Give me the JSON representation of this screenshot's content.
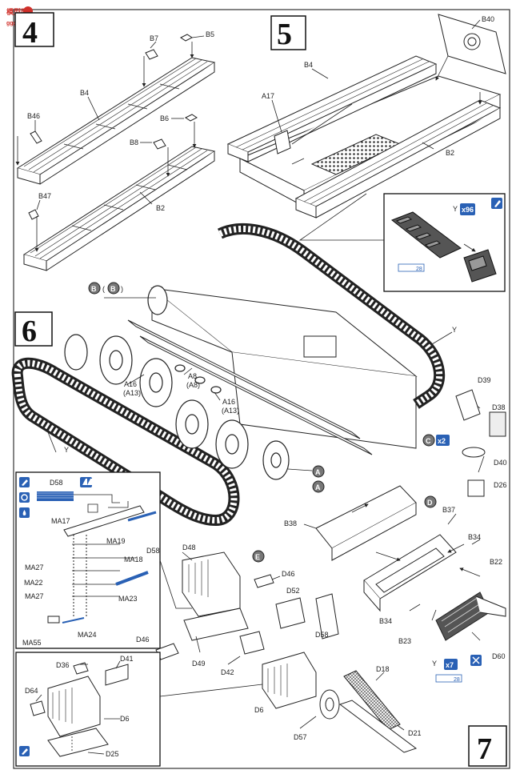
{
  "watermark": {
    "line1": "模型网",
    "line2": "ggg-shop.com"
  },
  "steps": {
    "s4": "4",
    "s5": "5",
    "s6": "6",
    "s7": "7"
  },
  "step4": {
    "parts": [
      "B5",
      "B7",
      "B4",
      "B46",
      "B6",
      "B8",
      "B2",
      "B47"
    ]
  },
  "step5": {
    "parts": [
      "B40",
      "B4",
      "A17",
      "B2"
    ]
  },
  "track_inset": {
    "part": "Y",
    "count": "x96",
    "ref": "28"
  },
  "step6": {
    "letters": {
      "b1": "B",
      "b2": "B",
      "a1": "A",
      "a2": "A",
      "c": "C",
      "c_count": "x2"
    },
    "parts": {
      "a16_1": "A16",
      "a13_1": "(A13)",
      "a8": "A8",
      "a8b": "(A8)",
      "a16_2": "A16",
      "a13_2": "(A13)",
      "y1": "Y",
      "y2": "Y",
      "d39": "D39",
      "d38": "D38",
      "d40": "D40",
      "d26": "D26"
    }
  },
  "detail_inset": {
    "parts": [
      "D58",
      "MA17",
      "MA19",
      "D58",
      "MA18",
      "MA27",
      "MA22",
      "MA27",
      "MA23",
      "MA55",
      "MA24"
    ]
  },
  "step7": {
    "letters": {
      "d": "D",
      "e": "E"
    },
    "parts": {
      "d48": "D48",
      "d46a": "D46",
      "d52": "D52",
      "d46b": "D46",
      "d49": "D49",
      "d42": "D42",
      "d58": "D58",
      "b38": "B38",
      "b37": "B37",
      "b34a": "B34",
      "b22": "B22",
      "b34b": "B34",
      "b23": "B23",
      "d60": "D60",
      "y": "Y",
      "y_count": "x7",
      "ref": "28",
      "d18": "D18",
      "d6": "D6",
      "d57": "D57",
      "d21": "D21"
    }
  },
  "step7_inset": {
    "parts": [
      "D36",
      "D41",
      "D64",
      "D6",
      "D25"
    ]
  }
}
